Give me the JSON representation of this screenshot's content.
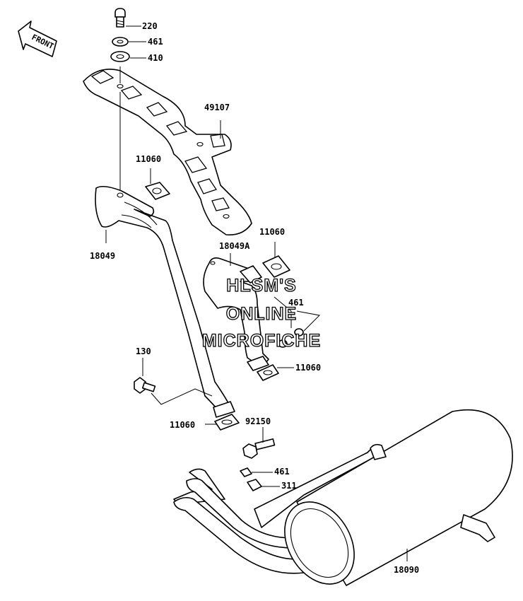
{
  "front_indicator": "FRONT",
  "watermark": {
    "line1": "HLSM'S",
    "line2": "ONLINE",
    "line3": "MICROFICHE"
  },
  "part_labels": {
    "p220": "220",
    "p461_top": "461",
    "p410": "410",
    "p49107": "49107",
    "p11060_a": "11060",
    "p18049": "18049",
    "p11060_b": "11060",
    "p18049A": "18049A",
    "p461_mid": "461",
    "p11060_c": "11060",
    "p130": "130",
    "p11060_d": "11060",
    "p92150": "92150",
    "p461_low": "461",
    "p311": "311",
    "p18090": "18090"
  }
}
